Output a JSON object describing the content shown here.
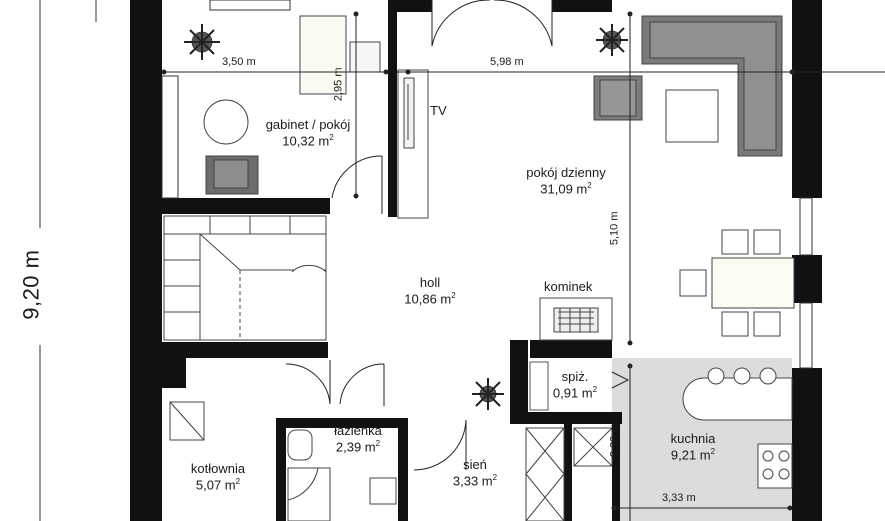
{
  "plan": {
    "total_height_label": "9,20 m",
    "area_unit_suffix": "2",
    "rooms": {
      "gabinet": {
        "name": "gabinet / pokój",
        "area": "10,32 m"
      },
      "pokoj_dzienny": {
        "name": "pokój dzienny",
        "area": "31,09 m"
      },
      "holl": {
        "name": "holl",
        "area": "10,86 m"
      },
      "spiz": {
        "name": "spiż.",
        "area": "0,91 m"
      },
      "lazienka": {
        "name": "łazienka",
        "area": "2,39 m"
      },
      "kotlownia": {
        "name": "kotłownia",
        "area": "5,07 m"
      },
      "sien": {
        "name": "sień",
        "area": "3,33 m"
      },
      "kuchnia": {
        "name": "kuchnia",
        "area": "9,21 m"
      }
    },
    "labels": {
      "tv": "TV",
      "kominek": "kominek"
    },
    "dimensions": {
      "gabinet_width": "3,50 m",
      "gabinet_height": "2,95 m",
      "living_width": "5,98 m",
      "living_height": "5,10 m",
      "kitchen_height": "3,20 m",
      "kitchen_width": "3,33 m"
    }
  }
}
